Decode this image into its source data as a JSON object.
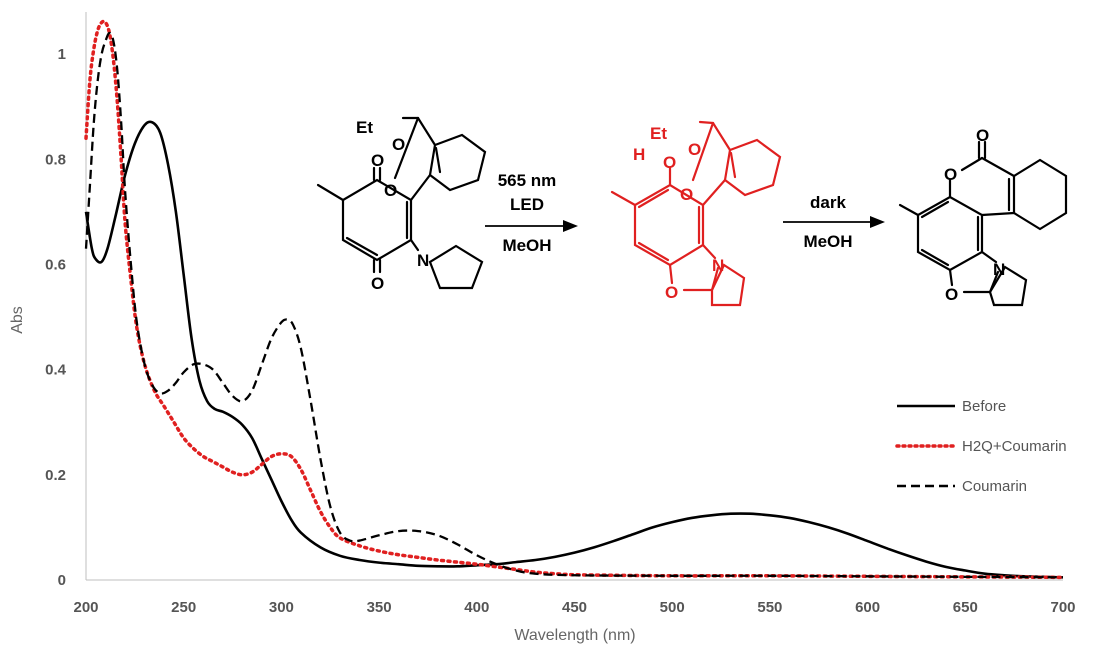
{
  "chart_data": {
    "type": "line",
    "xlabel": "Wavelength (nm)",
    "ylabel": "Abs",
    "xlim": [
      200,
      700
    ],
    "ylim": [
      0,
      1.08
    ],
    "x_ticks": [
      "200",
      "250",
      "300",
      "350",
      "400",
      "450",
      "500",
      "550",
      "600",
      "650",
      "700"
    ],
    "y_ticks": [
      "0",
      "0.2",
      "0.4",
      "0.6",
      "0.8",
      "1"
    ],
    "grid": false,
    "legend_position": "right",
    "series": [
      {
        "name": "Before",
        "color": "#000000",
        "style": "solid",
        "points": [
          [
            200,
            0.7
          ],
          [
            203,
            0.63
          ],
          [
            205,
            0.61
          ],
          [
            208,
            0.605
          ],
          [
            211,
            0.63
          ],
          [
            215,
            0.69
          ],
          [
            220,
            0.77
          ],
          [
            225,
            0.83
          ],
          [
            230,
            0.865
          ],
          [
            234,
            0.87
          ],
          [
            238,
            0.85
          ],
          [
            242,
            0.79
          ],
          [
            246,
            0.7
          ],
          [
            250,
            0.58
          ],
          [
            254,
            0.46
          ],
          [
            258,
            0.38
          ],
          [
            262,
            0.34
          ],
          [
            266,
            0.325
          ],
          [
            270,
            0.32
          ],
          [
            275,
            0.31
          ],
          [
            280,
            0.295
          ],
          [
            285,
            0.27
          ],
          [
            290,
            0.23
          ],
          [
            295,
            0.19
          ],
          [
            300,
            0.15
          ],
          [
            305,
            0.115
          ],
          [
            310,
            0.09
          ],
          [
            320,
            0.062
          ],
          [
            330,
            0.046
          ],
          [
            340,
            0.038
          ],
          [
            350,
            0.033
          ],
          [
            360,
            0.03
          ],
          [
            370,
            0.027
          ],
          [
            380,
            0.026
          ],
          [
            390,
            0.026
          ],
          [
            400,
            0.028
          ],
          [
            410,
            0.03
          ],
          [
            420,
            0.034
          ],
          [
            430,
            0.038
          ],
          [
            440,
            0.044
          ],
          [
            450,
            0.052
          ],
          [
            460,
            0.062
          ],
          [
            470,
            0.074
          ],
          [
            480,
            0.087
          ],
          [
            490,
            0.1
          ],
          [
            500,
            0.11
          ],
          [
            510,
            0.118
          ],
          [
            520,
            0.123
          ],
          [
            530,
            0.126
          ],
          [
            540,
            0.126
          ],
          [
            550,
            0.123
          ],
          [
            560,
            0.118
          ],
          [
            570,
            0.11
          ],
          [
            580,
            0.1
          ],
          [
            590,
            0.088
          ],
          [
            600,
            0.074
          ],
          [
            610,
            0.06
          ],
          [
            620,
            0.047
          ],
          [
            630,
            0.035
          ],
          [
            640,
            0.025
          ],
          [
            650,
            0.018
          ],
          [
            660,
            0.012
          ],
          [
            670,
            0.009
          ],
          [
            680,
            0.007
          ],
          [
            690,
            0.006
          ],
          [
            700,
            0.005
          ]
        ]
      },
      {
        "name": "H2Q+Coumarin",
        "color": "#e02020",
        "style": "dotted",
        "points": [
          [
            200,
            0.84
          ],
          [
            202,
            0.95
          ],
          [
            204,
            1.01
          ],
          [
            206,
            1.045
          ],
          [
            208,
            1.06
          ],
          [
            210,
            1.06
          ],
          [
            212,
            1.04
          ],
          [
            214,
            0.99
          ],
          [
            216,
            0.91
          ],
          [
            218,
            0.8
          ],
          [
            220,
            0.68
          ],
          [
            223,
            0.57
          ],
          [
            226,
            0.48
          ],
          [
            230,
            0.41
          ],
          [
            235,
            0.36
          ],
          [
            240,
            0.33
          ],
          [
            245,
            0.3
          ],
          [
            250,
            0.27
          ],
          [
            255,
            0.25
          ],
          [
            260,
            0.235
          ],
          [
            265,
            0.225
          ],
          [
            270,
            0.215
          ],
          [
            275,
            0.205
          ],
          [
            280,
            0.2
          ],
          [
            285,
            0.205
          ],
          [
            290,
            0.22
          ],
          [
            295,
            0.235
          ],
          [
            300,
            0.24
          ],
          [
            305,
            0.235
          ],
          [
            310,
            0.21
          ],
          [
            315,
            0.17
          ],
          [
            320,
            0.13
          ],
          [
            325,
            0.1
          ],
          [
            330,
            0.08
          ],
          [
            340,
            0.065
          ],
          [
            350,
            0.055
          ],
          [
            360,
            0.048
          ],
          [
            370,
            0.043
          ],
          [
            380,
            0.038
          ],
          [
            390,
            0.034
          ],
          [
            400,
            0.03
          ],
          [
            410,
            0.025
          ],
          [
            420,
            0.02
          ],
          [
            430,
            0.015
          ],
          [
            440,
            0.012
          ],
          [
            450,
            0.01
          ],
          [
            470,
            0.009
          ],
          [
            500,
            0.008
          ],
          [
            550,
            0.008
          ],
          [
            600,
            0.007
          ],
          [
            650,
            0.006
          ],
          [
            700,
            0.005
          ]
        ]
      },
      {
        "name": "Coumarin",
        "color": "#000000",
        "style": "dashed",
        "points": [
          [
            200,
            0.63
          ],
          [
            202,
            0.75
          ],
          [
            204,
            0.87
          ],
          [
            206,
            0.95
          ],
          [
            208,
            1.0
          ],
          [
            210,
            1.025
          ],
          [
            212,
            1.04
          ],
          [
            214,
            1.025
          ],
          [
            216,
            0.97
          ],
          [
            218,
            0.87
          ],
          [
            220,
            0.74
          ],
          [
            223,
            0.6
          ],
          [
            226,
            0.49
          ],
          [
            230,
            0.41
          ],
          [
            234,
            0.37
          ],
          [
            238,
            0.355
          ],
          [
            242,
            0.36
          ],
          [
            246,
            0.375
          ],
          [
            250,
            0.395
          ],
          [
            255,
            0.41
          ],
          [
            260,
            0.41
          ],
          [
            265,
            0.4
          ],
          [
            270,
            0.375
          ],
          [
            275,
            0.35
          ],
          [
            280,
            0.34
          ],
          [
            285,
            0.36
          ],
          [
            290,
            0.41
          ],
          [
            295,
            0.46
          ],
          [
            300,
            0.49
          ],
          [
            303,
            0.495
          ],
          [
            306,
            0.485
          ],
          [
            310,
            0.44
          ],
          [
            315,
            0.34
          ],
          [
            320,
            0.23
          ],
          [
            325,
            0.14
          ],
          [
            330,
            0.09
          ],
          [
            335,
            0.075
          ],
          [
            340,
            0.075
          ],
          [
            350,
            0.085
          ],
          [
            360,
            0.093
          ],
          [
            370,
            0.093
          ],
          [
            380,
            0.085
          ],
          [
            390,
            0.068
          ],
          [
            400,
            0.047
          ],
          [
            410,
            0.03
          ],
          [
            420,
            0.018
          ],
          [
            430,
            0.012
          ],
          [
            450,
            0.009
          ],
          [
            500,
            0.008
          ],
          [
            550,
            0.008
          ],
          [
            600,
            0.007
          ],
          [
            650,
            0.006
          ],
          [
            700,
            0.005
          ]
        ]
      }
    ]
  },
  "scheme": {
    "structure1": {
      "ethyl": "Et",
      "ester_o_top": "O",
      "ester_o_carbonyl": "O",
      "quinone_o_top": "O",
      "quinone_o_bottom": "O",
      "amine_n": "N"
    },
    "arrow1": {
      "above_1": "565 nm",
      "above_2": "LED",
      "below": "MeOH"
    },
    "structure2": {
      "ethyl": "Et",
      "ester_o_top": "O",
      "ester_o_carbonyl": "O",
      "hydroxyl_h": "H",
      "hydroxyl_o": "O",
      "ring_o": "O",
      "ring_n": "N",
      "color": "#e02020"
    },
    "arrow2": {
      "above": "dark",
      "below": "MeOH"
    },
    "structure3": {
      "carbonyl_o": "O",
      "lactone_o": "O",
      "ring_o": "O",
      "ring_n": "N"
    }
  }
}
